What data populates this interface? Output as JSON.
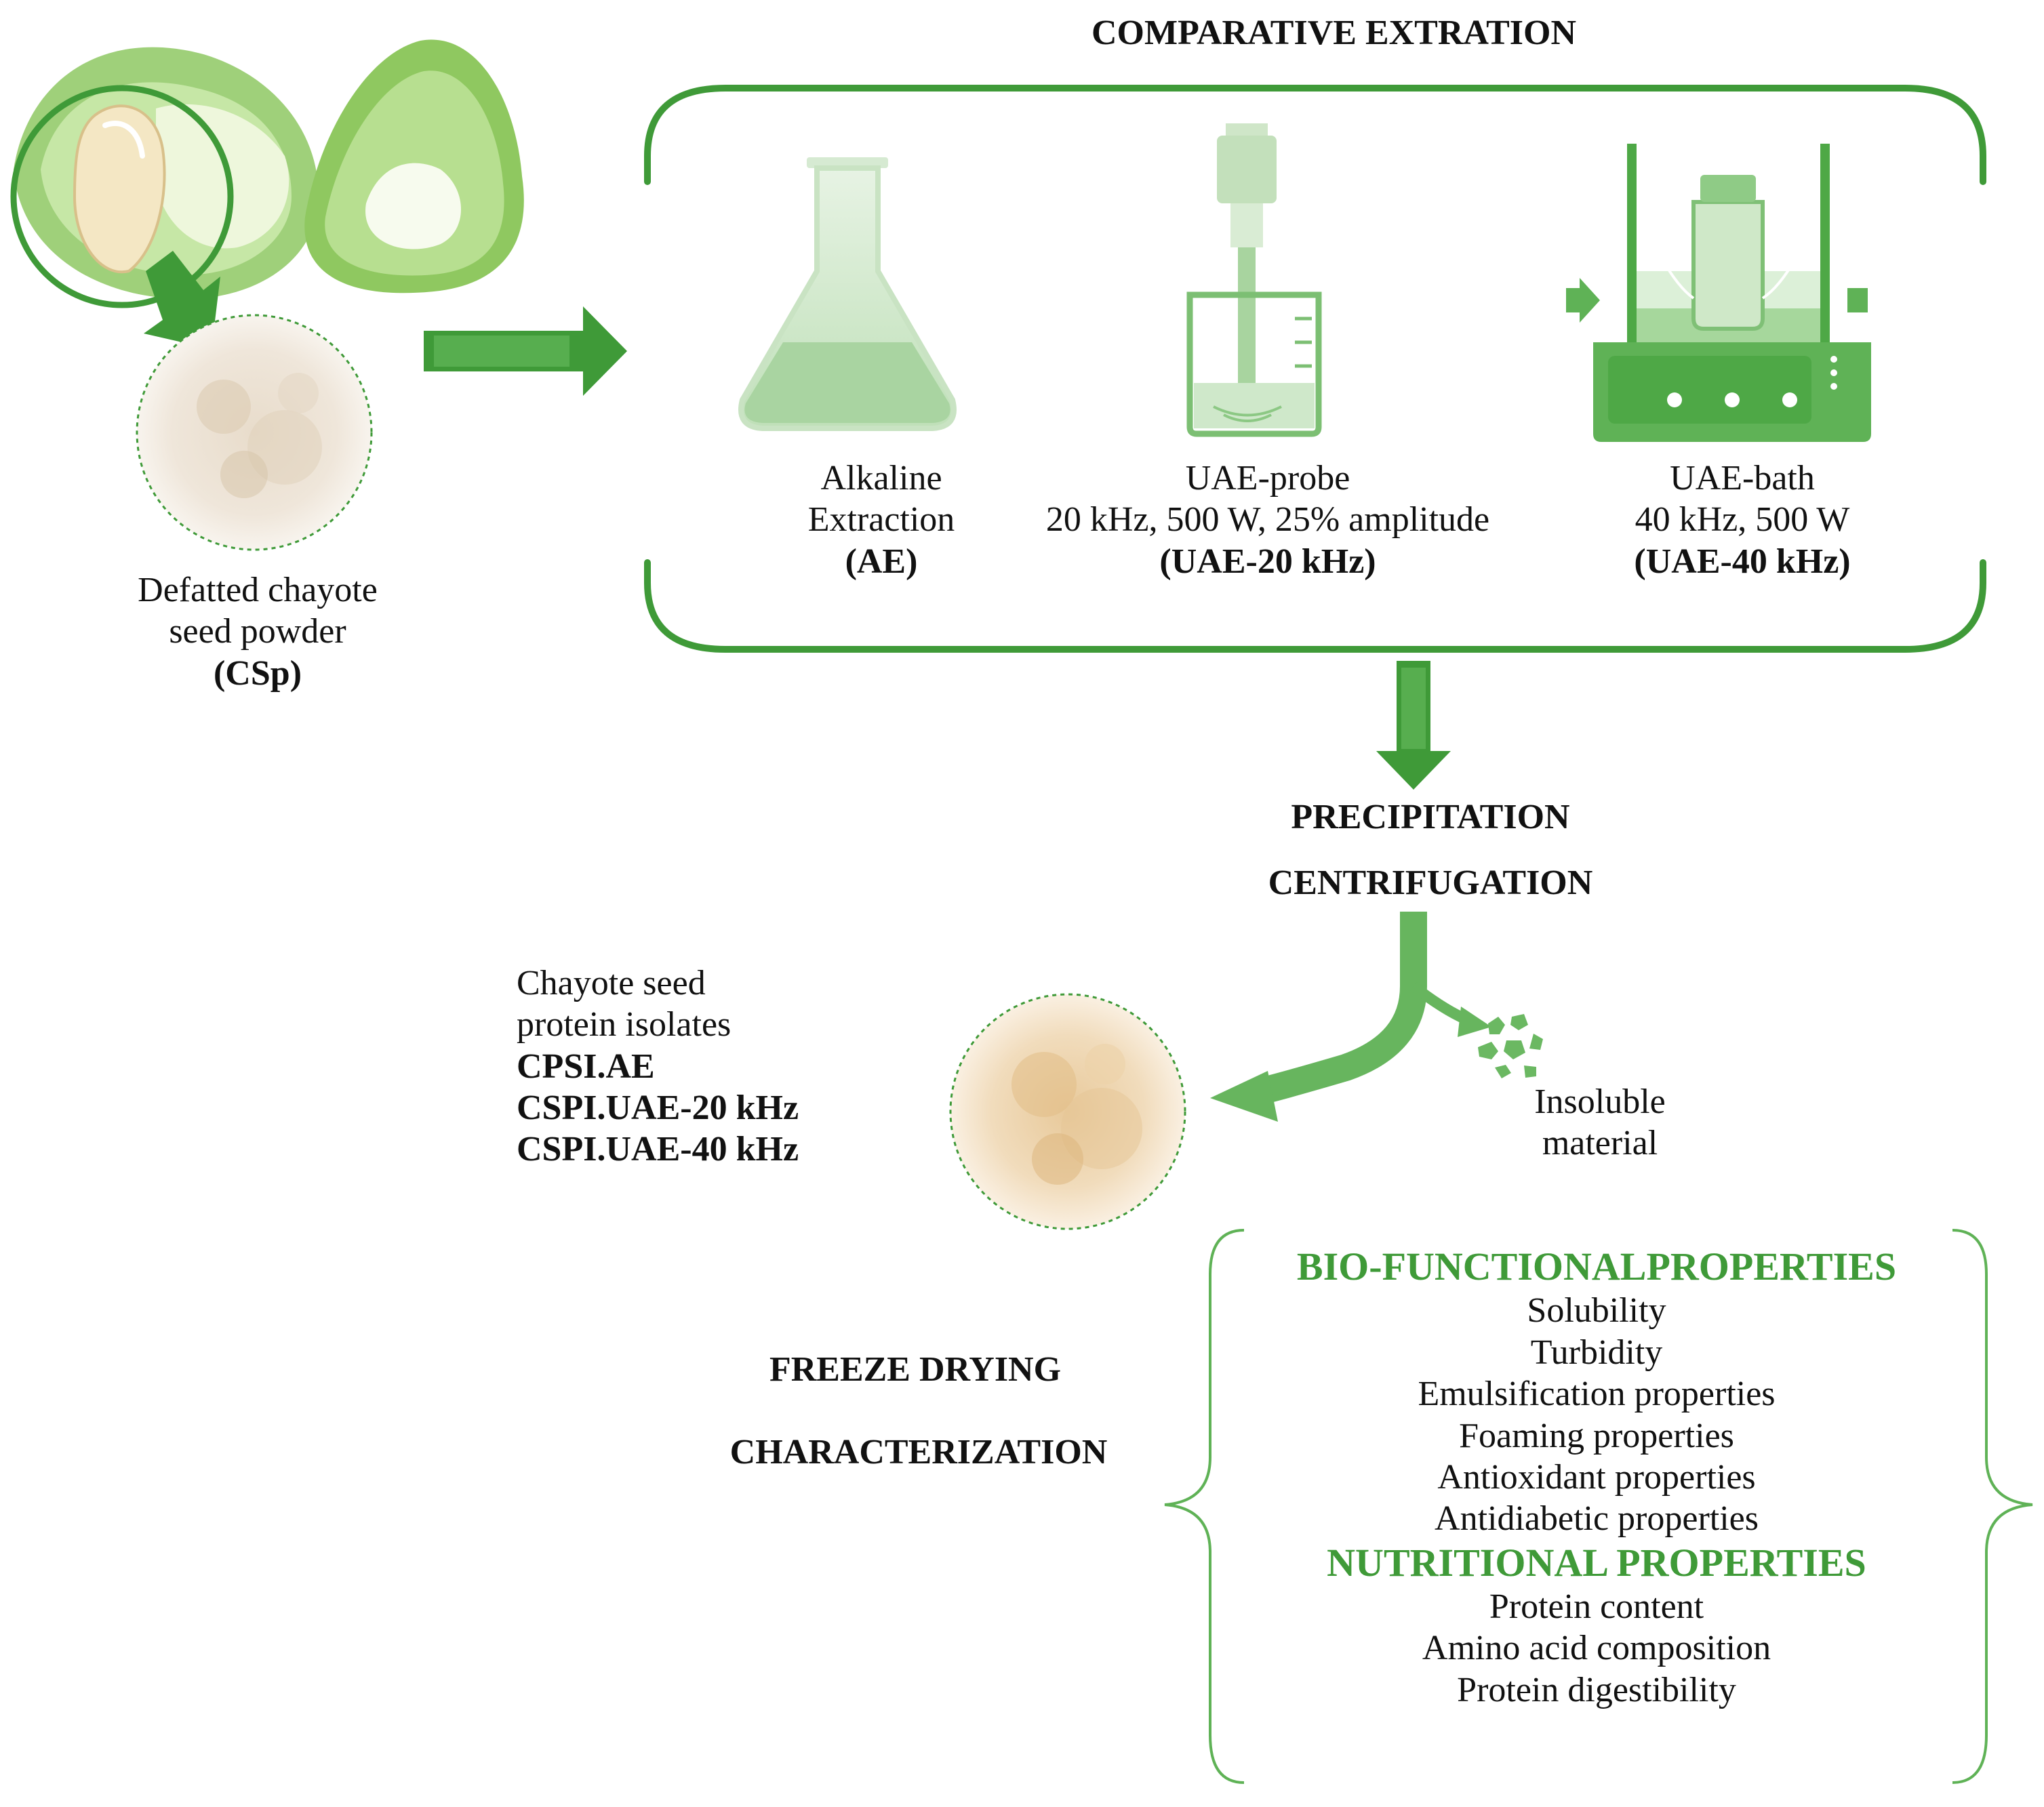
{
  "title": "COMPARATIVE EXTRATION",
  "colors": {
    "accent_green": "#3f9a38",
    "light_green": "#8fc98a",
    "pale_green": "#cfe6c8",
    "text": "#111111"
  },
  "source": {
    "image": "chayote-fruit-photo",
    "powder_label_lines": [
      "Defatted chayote",
      "seed powder"
    ],
    "powder_code": "(CSp)"
  },
  "methods": [
    {
      "icon": "erlenmeyer-flask-icon",
      "lines": [
        "Alkaline",
        "Extraction"
      ],
      "code": "(AE)"
    },
    {
      "icon": "ultrasonic-probe-icon",
      "lines": [
        "UAE-probe",
        "20 kHz, 500 W, 25% amplitude"
      ],
      "code": "(UAE-20 kHz)"
    },
    {
      "icon": "ultrasonic-bath-icon",
      "lines": [
        "UAE-bath",
        "40 kHz, 500 W"
      ],
      "code": "(UAE-40 kHz)"
    }
  ],
  "steps": {
    "precipitation": "PRECIPITATION",
    "centrifugation": "CENTRIFUGATION"
  },
  "isolates": {
    "heading_lines": [
      "Chayote seed",
      "protein isolates"
    ],
    "codes": [
      "CPSI.AE",
      "CSPI.UAE-20 kHz",
      "CSPI.UAE-40 kHz"
    ]
  },
  "insoluble": [
    "Insoluble",
    "material"
  ],
  "final_steps": {
    "freeze_drying": "FREEZE DRYING",
    "characterization": "CHARACTERIZATION"
  },
  "properties": {
    "bio_functional_heading": "BIO-FUNCTIONALPROPERTIES",
    "bio_functional_items": [
      "Solubility",
      "Turbidity",
      "Emulsification properties",
      "Foaming properties",
      "Antioxidant properties",
      "Antidiabetic properties"
    ],
    "nutritional_heading": "NUTRITIONAL PROPERTIES",
    "nutritional_items": [
      "Protein content",
      "Amino acid composition",
      "Protein digestibility"
    ]
  }
}
